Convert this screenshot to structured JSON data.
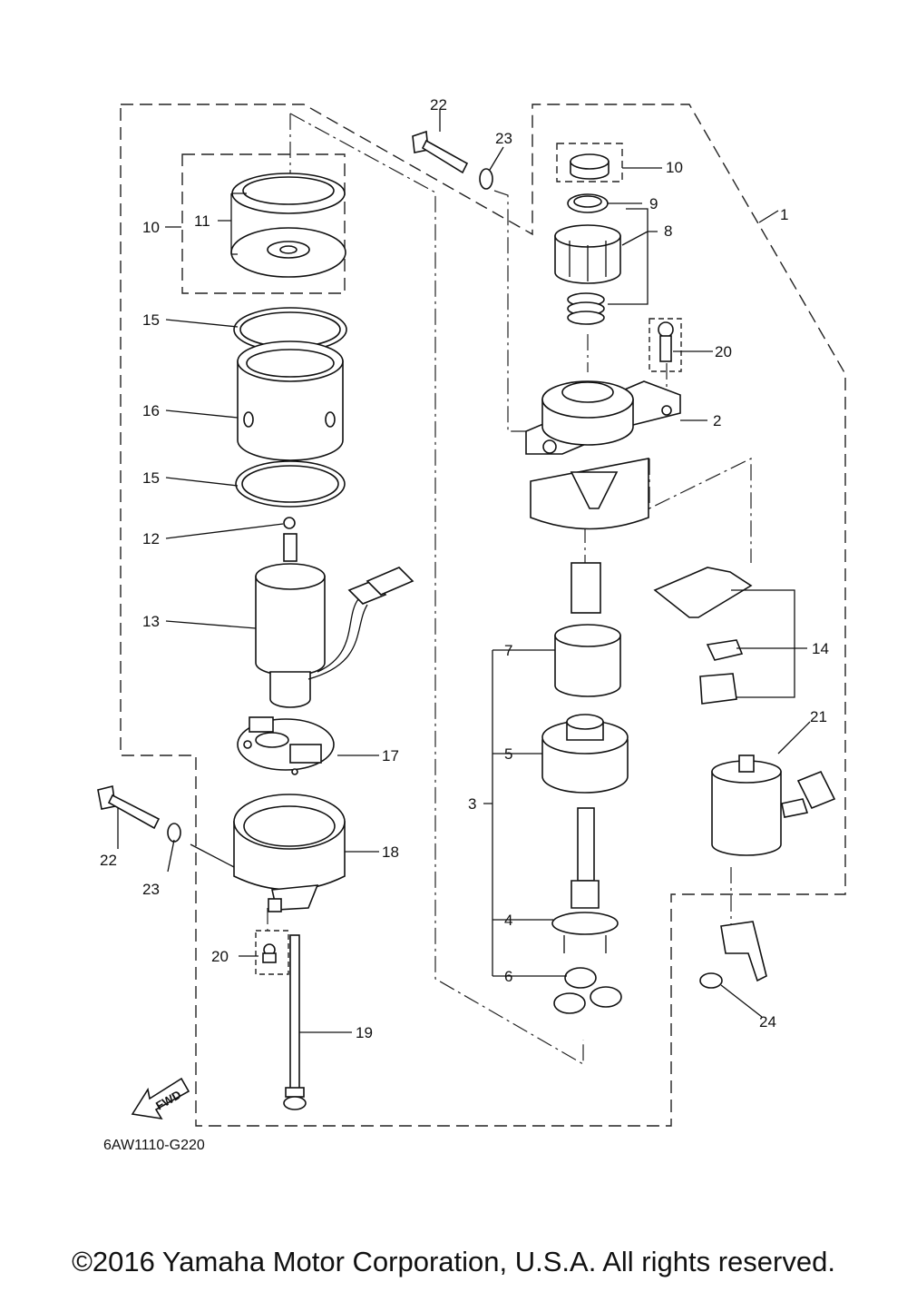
{
  "diagram": {
    "code": "6AW1110-G220",
    "fwd_label": "FWD",
    "copyright": "©2016 Yamaha Motor Corporation, U.S.A. All rights reserved.",
    "callouts": {
      "c1": "1",
      "c2": "2",
      "c3": "3",
      "c4": "4",
      "c5": "5",
      "c6": "6",
      "c7": "7",
      "c8": "8",
      "c9": "9",
      "c10a": "10",
      "c10b": "10",
      "c11": "11",
      "c12": "12",
      "c13": "13",
      "c14": "14",
      "c15a": "15",
      "c15b": "15",
      "c16": "16",
      "c17": "17",
      "c18": "18",
      "c19": "19",
      "c20a": "20",
      "c20b": "20",
      "c21": "21",
      "c22a": "22",
      "c22b": "22",
      "c23a": "23",
      "c23b": "23",
      "c24": "24"
    }
  }
}
